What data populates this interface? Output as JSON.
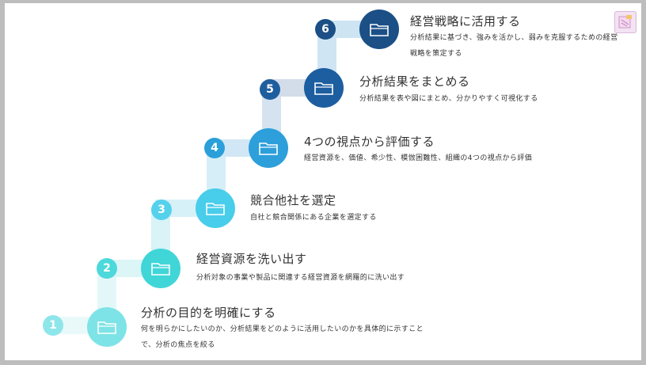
{
  "steps": [
    {
      "num": "1",
      "title": "分析の目的を明確にする",
      "desc": "何を明らかにしたいのか、分析結果をどのように活用したいのかを具体的に示すことで、分析の焦点を絞る",
      "num_color": "#8ee6ea",
      "circle_color": "#7ee3e6",
      "connector_color": "#e7f8f9",
      "icon": "folder-icon"
    },
    {
      "num": "2",
      "title": "経営資源を洗い出す",
      "desc": "分析対象の事業や製品に関連する経営資源を網羅的に洗い出す",
      "num_color": "#4dd9db",
      "circle_color": "#40d6d8",
      "connector_color": "#d6f4f5",
      "icon": "folder-icon"
    },
    {
      "num": "3",
      "title": "競合他社を選定",
      "desc": "自社と競合関係にある企業を選定する",
      "num_color": "#55d1ec",
      "circle_color": "#48cdeb",
      "connector_color": "#d3f1f8",
      "icon": "folder-icon"
    },
    {
      "num": "4",
      "title": "4つの視点から評価する",
      "desc": "経営資源を、価値、希少性、模倣困難性、組織の4つの視点から評価",
      "num_color": "#2a9fd9",
      "circle_color": "#2d9fda",
      "connector_color": "#cfe6f5",
      "icon": "folder-icon"
    },
    {
      "num": "5",
      "title": "分析結果をまとめる",
      "desc": "分析結果を表や図にまとめ、分かりやすく可視化する",
      "num_color": "#1f5e9e",
      "circle_color": "#1c5ea0",
      "connector_color": "#d3dde9",
      "icon": "folder-icon"
    },
    {
      "num": "6",
      "title": "経営戦略に活用する",
      "desc": "分析結果に基づき、強みを活かし、弱みを克服するための経営戦略を策定する",
      "num_color": "#1b4f86",
      "circle_color": "#1b4f86",
      "connector_color": "#cde4f3",
      "icon": "folder-icon"
    }
  ],
  "corner_icon": "sticky-note-icon"
}
